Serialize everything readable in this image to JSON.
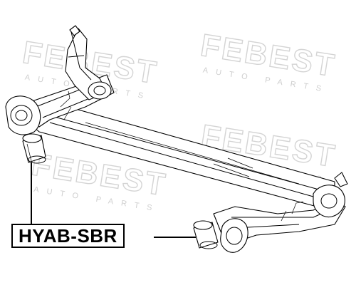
{
  "part_number": "HYAB-SBR",
  "watermark": {
    "brand": "FEBEST",
    "sub": "AUTO PARTS",
    "color": "#d4d4d4"
  },
  "callout_line_color": "#000000"
}
